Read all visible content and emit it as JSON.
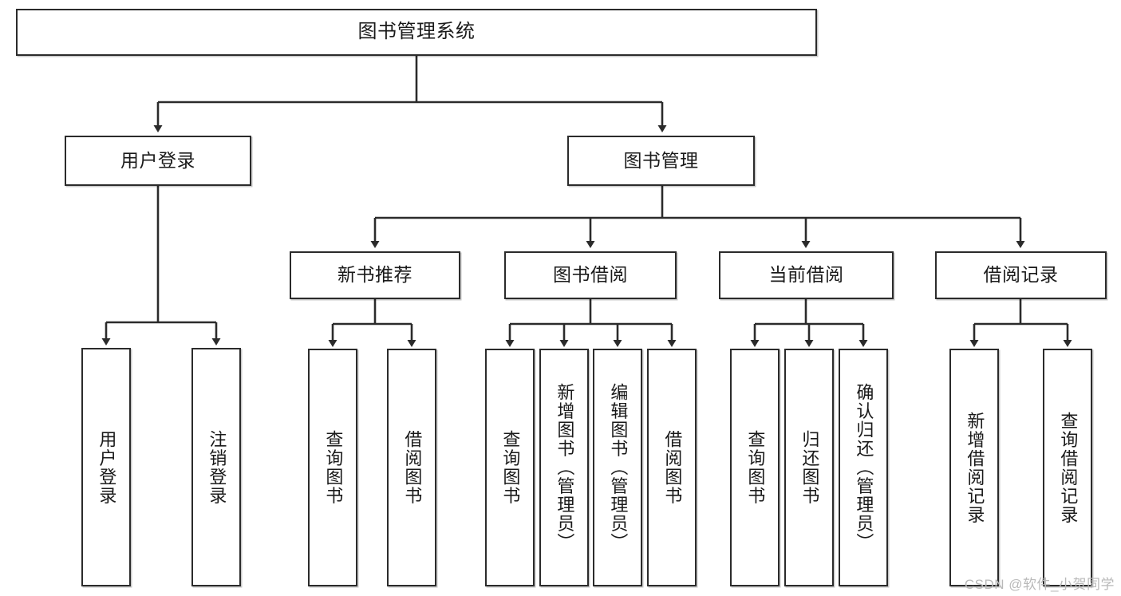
{
  "diagram": {
    "title": "图书管理系统",
    "type": "tree-hierarchy",
    "watermark": "CSDN @软件_小贺同学",
    "levels": {
      "root": {
        "label": "图书管理系统"
      },
      "level1": [
        {
          "id": "user-login",
          "label": "用户登录"
        },
        {
          "id": "book-manage",
          "label": "图书管理"
        }
      ],
      "level2": [
        {
          "id": "new-book-rec",
          "label": "新书推荐",
          "parent": "book-manage"
        },
        {
          "id": "book-borrow",
          "label": "图书借阅",
          "parent": "book-manage"
        },
        {
          "id": "current-borrow",
          "label": "当前借阅",
          "parent": "book-manage"
        },
        {
          "id": "borrow-record",
          "label": "借阅记录",
          "parent": "book-manage"
        }
      ],
      "leaves": {
        "user-login": [
          {
            "id": "leaf-user-login",
            "label": "用户登录"
          },
          {
            "id": "leaf-logout",
            "label": "注销登录"
          }
        ],
        "new-book-rec": [
          {
            "id": "leaf-query-book-1",
            "label": "查询图书"
          },
          {
            "id": "leaf-borrow-book-1",
            "label": "借阅图书"
          }
        ],
        "book-borrow": [
          {
            "id": "leaf-query-book-2",
            "label": "查询图书"
          },
          {
            "id": "leaf-add-book",
            "label": "新增图书（管理员）"
          },
          {
            "id": "leaf-edit-book",
            "label": "编辑图书（管理员）"
          },
          {
            "id": "leaf-borrow-book-2",
            "label": "借阅图书"
          }
        ],
        "current-borrow": [
          {
            "id": "leaf-query-book-3",
            "label": "查询图书"
          },
          {
            "id": "leaf-return-book",
            "label": "归还图书"
          },
          {
            "id": "leaf-confirm-return",
            "label": "确认归还（管理员）"
          }
        ],
        "borrow-record": [
          {
            "id": "leaf-add-record",
            "label": "新增借阅记录"
          },
          {
            "id": "leaf-query-record",
            "label": "查询借阅记录"
          }
        ]
      }
    },
    "colors": {
      "stroke": "#2b2b2b",
      "fill": "#ffffff",
      "text": "#1a1a1a",
      "watermark": "#b9b9b9"
    }
  }
}
